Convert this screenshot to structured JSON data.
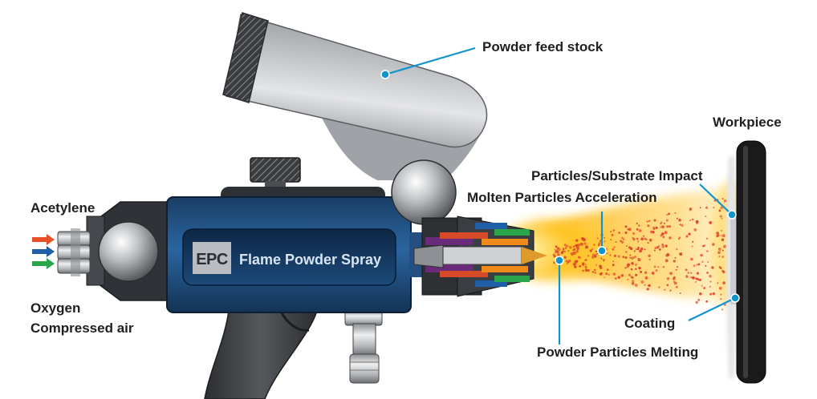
{
  "labels": {
    "powder_feed_stock": "Powder feed stock",
    "workpiece": "Workpiece",
    "particles_substrate_impact": "Particles/Substrate Impact",
    "molten_particles_acceleration": "Molten Particles Acceleration",
    "acetylene": "Acetylene",
    "oxygen": "Oxygen",
    "compressed_air": "Compressed air",
    "coating": "Coating",
    "powder_particles_melting": "Powder Particles Melting"
  },
  "gun": {
    "logo_text": "EPC",
    "name": "Flame Powder Spray"
  },
  "colors": {
    "leader": "#1193cc",
    "gun_body": "#1d4a7a",
    "acetylene_arrow": "#e8502a",
    "oxygen_arrow": "#1f5fa8",
    "air_arrow": "#2aa64a",
    "flame": "#ffb400",
    "particles": "#e0442a",
    "workpiece": "#1a1a1a"
  }
}
